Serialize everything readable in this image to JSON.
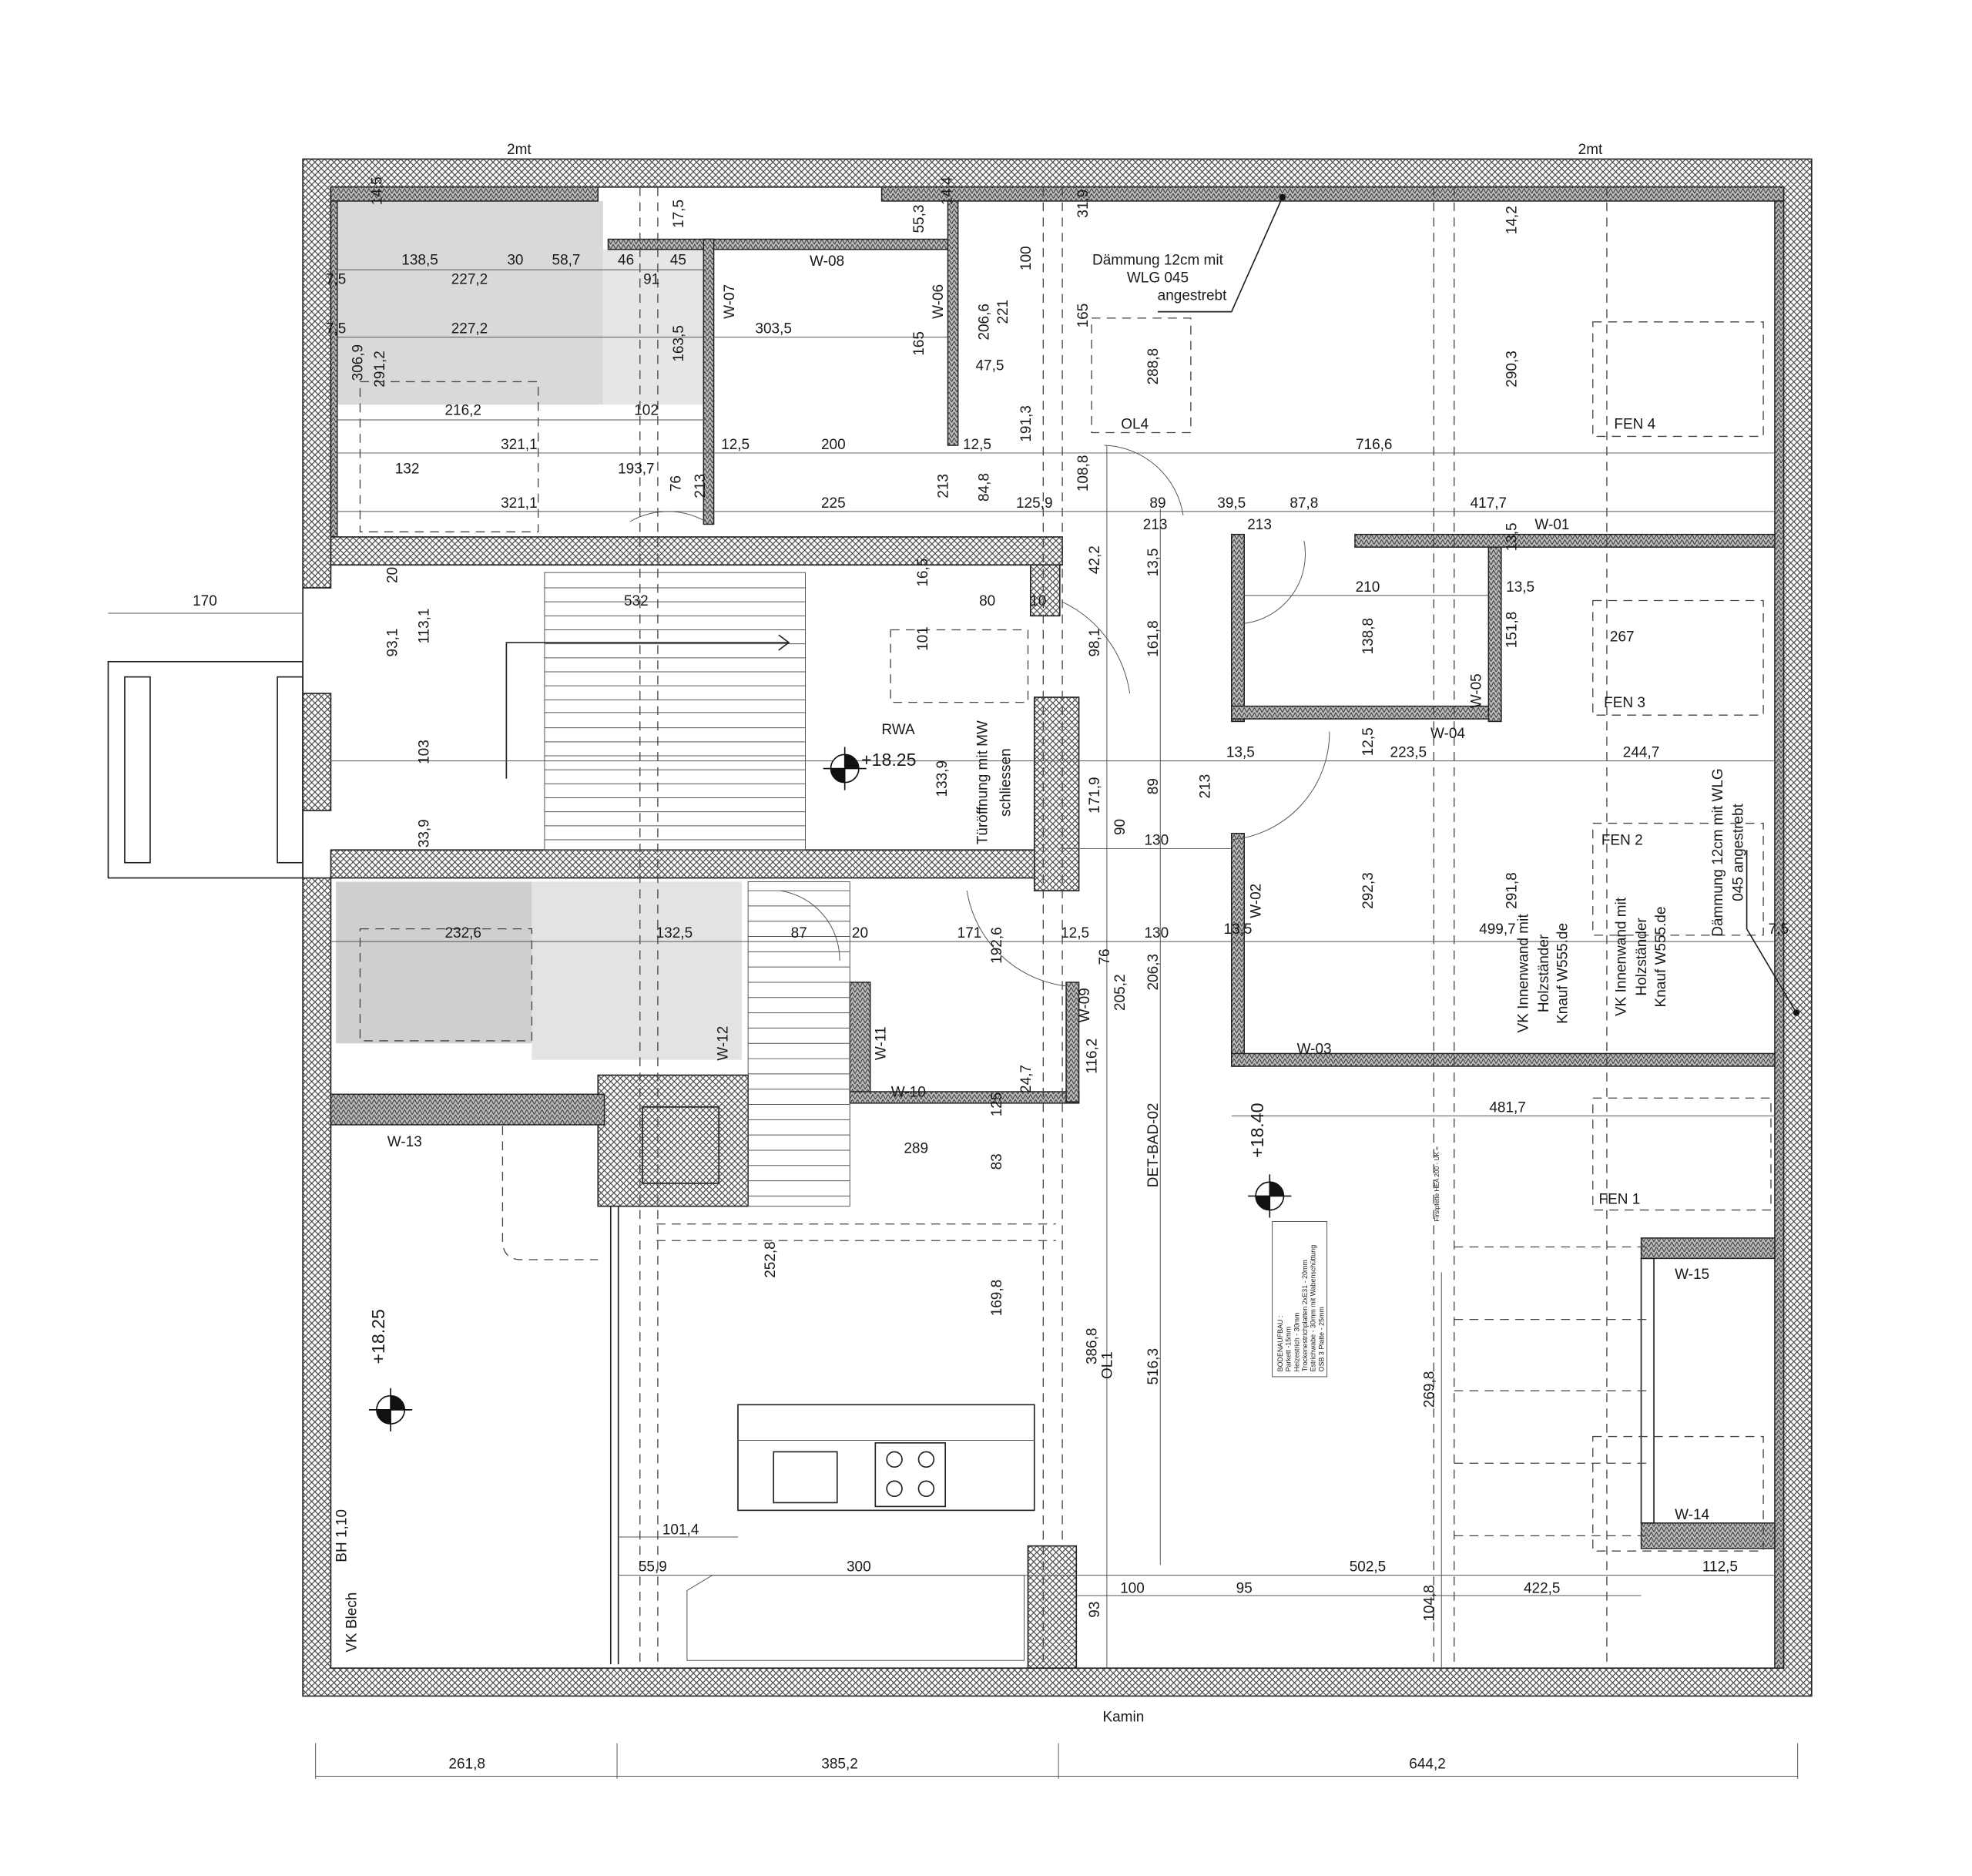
{
  "drawing": {
    "title": "Grundriss Dachgeschoss",
    "levels": [
      "+18.25",
      "+18.40",
      "+18.25"
    ],
    "labels": [
      "2mt",
      "2mt",
      "14,5",
      "138,5",
      "30",
      "58,7",
      "46",
      "45",
      "227,2",
      "91",
      "7,5",
      "7,5",
      "227,2",
      "306,9",
      "291,2",
      "216,2",
      "102",
      "321,1",
      "132",
      "193,7",
      "321,1",
      "17,5",
      "55,3",
      "14,4",
      "W-08",
      "W-07",
      "W-06",
      "303,5",
      "163,5",
      "165",
      "206,6",
      "221",
      "100",
      "47,5",
      "191,3",
      "165",
      "31,9",
      "12,5",
      "200",
      "12,5",
      "76",
      "213",
      "225",
      "213",
      "84,8",
      "125,9",
      "108,8",
      "Dämmung 12cm mit",
      "WLG 045",
      "angestrebt",
      "288,8",
      "OL4",
      "716,6",
      "14,2",
      "290,3",
      "FEN 4",
      "89",
      "39,5",
      "87,8",
      "417,7",
      "213",
      "213",
      "13,5",
      "W-01",
      "13,5",
      "42,2",
      "20",
      "170",
      "532",
      "16,5",
      "80",
      "10",
      "210",
      "13,5",
      "138,8",
      "151,8",
      "267",
      "93,1",
      "113,1",
      "101",
      "98,1",
      "161,8",
      "W-05",
      "FEN 3",
      "RWA",
      "W-04",
      "13,5",
      "12,5",
      "223,5",
      "244,7",
      "103",
      "133,9",
      "Türöffnung mit MW",
      "schliessen",
      "171,9",
      "89",
      "213",
      "Dämmung 12cm mit WLG",
      "045 angestrebt",
      "90",
      "130",
      "FEN 2",
      "33,9",
      "232,6",
      "132,5",
      "87",
      "20",
      "171",
      "192,6",
      "12,5",
      "76",
      "130",
      "206,3",
      "13,5",
      "W-02",
      "292,3",
      "499,7",
      "291,8",
      "VK Innenwand mit",
      "Holzständer",
      "Knauf W555.de",
      "VK Innenwand mit",
      "Holzständer",
      "Knauf W555.de",
      "7,5",
      "W-12",
      "W-11",
      "W-09",
      "205,2",
      "116,2",
      "W-03",
      "W-10",
      "125",
      "24,7",
      "481,7",
      "W-13",
      "289",
      "83",
      "DET-BAD-02",
      "FEN 1",
      "W-15",
      "252,8",
      "169,8",
      "OL1",
      "386,8",
      "516,3",
      "269,8",
      "BH 1,10",
      "W-14",
      "101,4",
      "55,9",
      "300",
      "502,5",
      "112,5",
      "100",
      "95",
      "422,5",
      "93",
      "104,8",
      "VK Blech",
      "Kamin",
      "261,8",
      "385,2",
      "644,2"
    ],
    "floor_buildup": [
      "BODENAUFBAU :",
      "Parkett -15mm",
      "Heizestrich - 30mm",
      "Trockenestrichplatten 2xE31 - 20mm",
      "Estrichwabe - 30mm mit Wabenschüttung",
      "OSB 3 Platte - 25mm"
    ],
    "beam_note": "Firstpfette HEA 200 - UK ="
  }
}
